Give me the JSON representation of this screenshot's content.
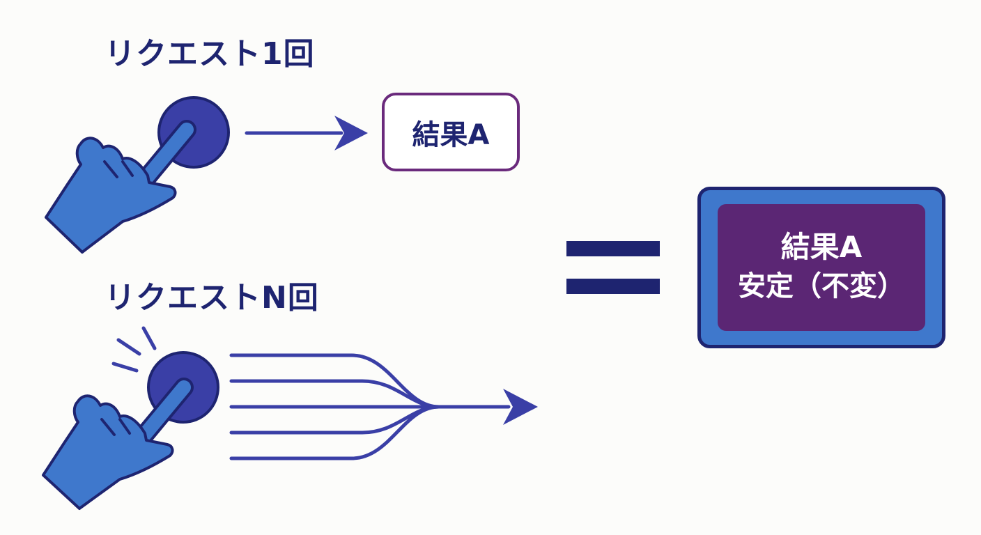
{
  "single": {
    "label": "リクエスト1回",
    "result": "結果A"
  },
  "multi": {
    "label": "リクエストN回"
  },
  "outcome": {
    "result": "結果A",
    "stable": "安定（不変）"
  },
  "colors": {
    "navy": "#1e2470",
    "hand_blue": "#3f78cc",
    "button_indigo": "#3a3fa6",
    "purple": "#5b2674",
    "purple_border": "#6a2a7c",
    "arrow": "#3a3fa6"
  }
}
